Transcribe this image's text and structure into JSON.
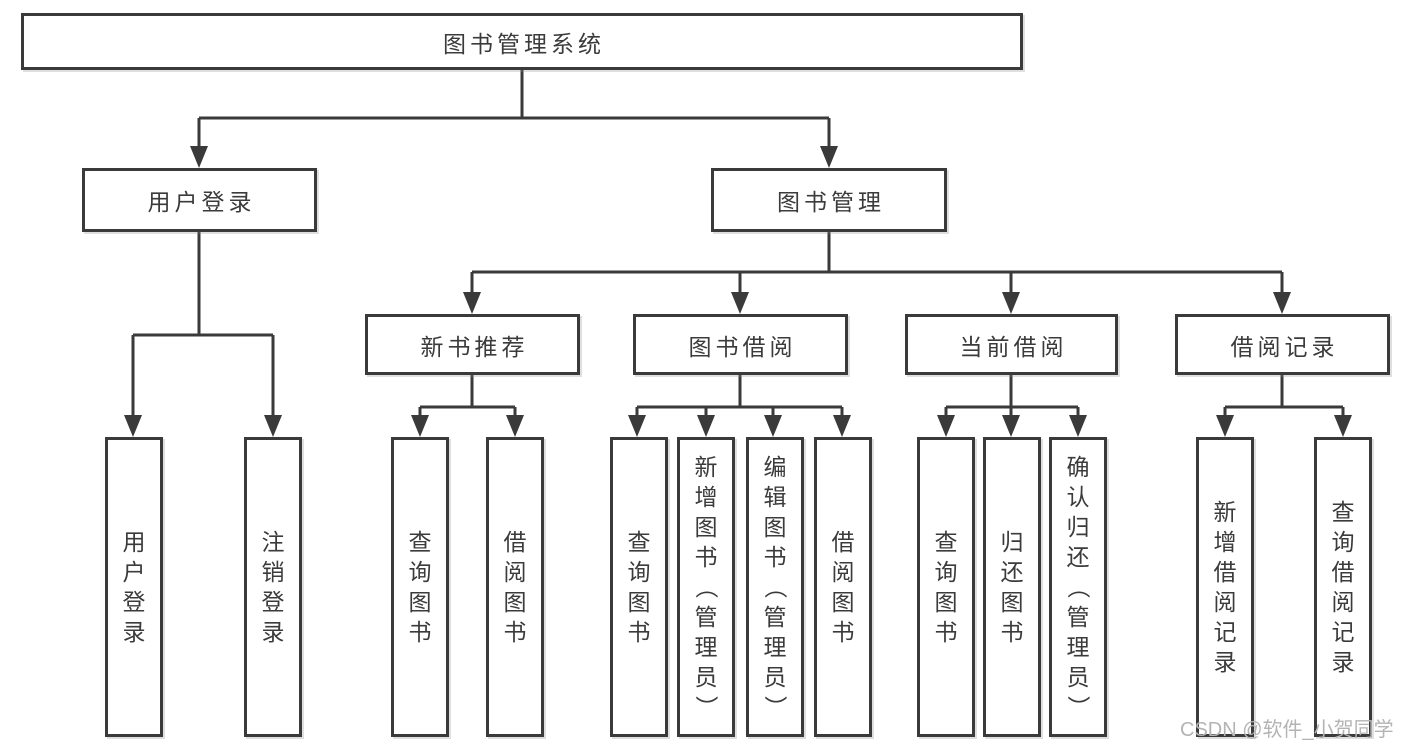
{
  "diagram": {
    "title": "图书管理系统",
    "tree": {
      "label": "图书管理系统",
      "children": [
        {
          "label": "用户登录",
          "children": [
            {
              "label": "用户登录"
            },
            {
              "label": "注销登录"
            }
          ]
        },
        {
          "label": "图书管理",
          "children": [
            {
              "label": "新书推荐",
              "children": [
                {
                  "label": "查询图书"
                },
                {
                  "label": "借阅图书"
                }
              ]
            },
            {
              "label": "图书借阅",
              "children": [
                {
                  "label": "查询图书"
                },
                {
                  "label": "新增图书（管理员）"
                },
                {
                  "label": "编辑图书（管理员）"
                },
                {
                  "label": "借阅图书"
                }
              ]
            },
            {
              "label": "当前借阅",
              "children": [
                {
                  "label": "查询图书"
                },
                {
                  "label": "归还图书"
                },
                {
                  "label": "确认归还（管理员）"
                }
              ]
            },
            {
              "label": "借阅记录",
              "children": [
                {
                  "label": "新增借阅记录"
                },
                {
                  "label": "查询借阅记录"
                }
              ]
            }
          ]
        }
      ]
    }
  },
  "watermark": "CSDN @软件_小贺同学",
  "colors": {
    "line": "#3a3a3a",
    "text": "#3b3b3b",
    "watermark": "#b4b4b4",
    "background": "#ffffff"
  }
}
